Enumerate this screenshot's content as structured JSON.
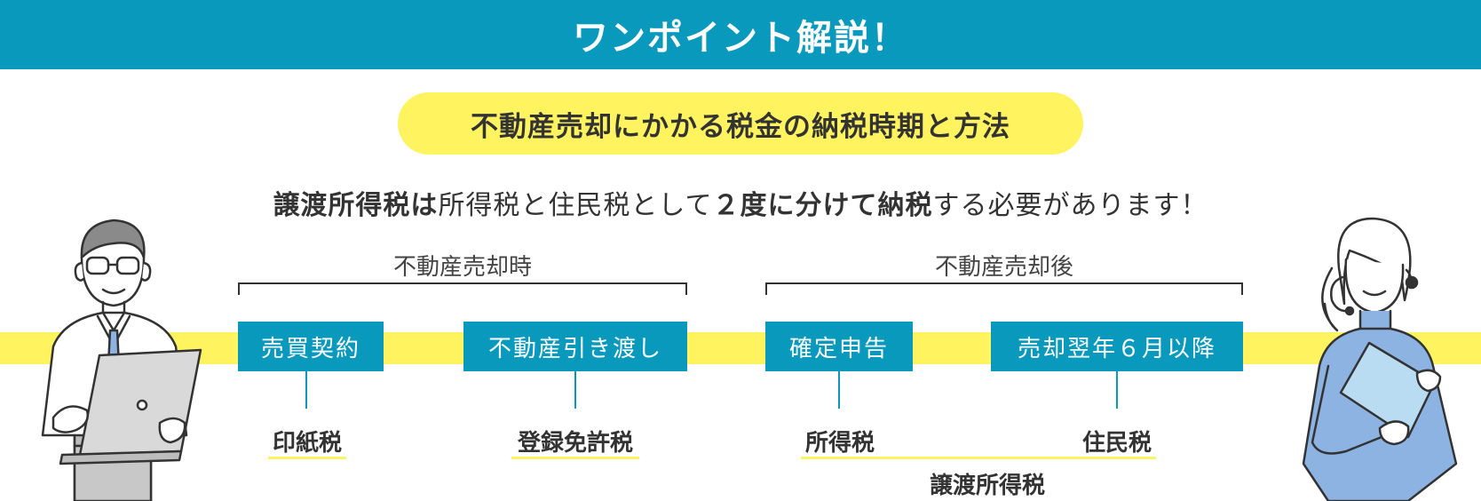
{
  "header": {
    "title": "ワンポイント解説！"
  },
  "subtitle": "不動産売却にかかる税金の納税時期と方法",
  "lead": {
    "p1": "譲渡所得税は",
    "p2": "所得税と住民税として",
    "p3": "２度に分けて納税",
    "p4": "する必要があります！"
  },
  "phases": [
    {
      "label": "不動産売却時"
    },
    {
      "label": "不動産売却後"
    }
  ],
  "steps": [
    {
      "label": "売買契約",
      "tax": "印紙税"
    },
    {
      "label": "不動産引き渡し",
      "tax": "登録免許税"
    },
    {
      "label": "確定申告",
      "tax": "所得税"
    },
    {
      "label": "売却翌年６月以降",
      "tax": "住民税"
    }
  ],
  "joint_tax": "譲渡所得税",
  "colors": {
    "accent": "#0999bd",
    "highlight": "#fff460",
    "shirt_blue": "#8db3e2"
  }
}
